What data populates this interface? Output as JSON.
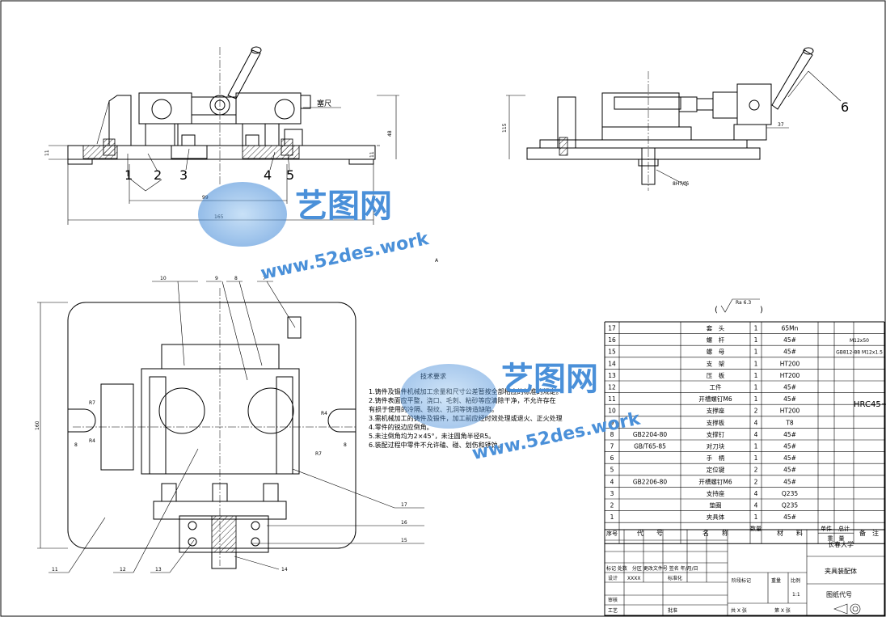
{
  "balloons": {
    "b1": "1",
    "b2": "2",
    "b3": "3",
    "b4": "4",
    "b5": "5",
    "b6": "6",
    "b7": "7",
    "b8": "8",
    "b9": "9",
    "b10": "10",
    "b11": "11",
    "b12": "12",
    "b13": "13",
    "b14": "14",
    "b15": "15",
    "b16": "16",
    "b17": "17"
  },
  "dims": {
    "d11a": "11",
    "d11b": "11",
    "d48": "48",
    "d99": "99",
    "d165": "165",
    "d115": "115",
    "d37": "37",
    "d8h7": "8H7/f6",
    "d160": "160",
    "r7a": "R7",
    "r4a": "R4",
    "d8a": "8",
    "r7b": "R7",
    "r4b": "R4",
    "d8b": "8"
  },
  "labels": {
    "view_a": "A",
    "side_label": "塞尺",
    "roughness": "Ra 6.3",
    "hrc": "HRC45~"
  },
  "tech": {
    "title": "技术要求",
    "lines": [
      "1.铸件及锻件机械加工余量和尺寸公差暂按全部相应的标准的规定。",
      "2.铸件表面应平整，浇口、毛刺、粘砂等应清除干净，不允许存在",
      "有损于使用的冷隔、裂纹、孔洞等铸造缺陷。",
      "3.需机械加工的铸件及锻件，加工前应经时效处理或退火、正火处理",
      "4.零件的锐边应倒角。",
      "5.未注倒角均为2×45°，未注圆角半径R5。",
      "6.装配过程中零件不允许磕、碰、划伤和锈蚀。"
    ]
  },
  "bom": {
    "rows": [
      {
        "no": "17",
        "code": "",
        "name": "套　头",
        "qty": "1",
        "mat": "65Mn",
        "note": ""
      },
      {
        "no": "16",
        "code": "",
        "name": "螺　杆",
        "qty": "1",
        "mat": "45#",
        "note": "M12x50"
      },
      {
        "no": "15",
        "code": "",
        "name": "螺　母",
        "qty": "1",
        "mat": "45#",
        "note": "GB812-88 M12x1.5"
      },
      {
        "no": "14",
        "code": "",
        "name": "支　架",
        "qty": "1",
        "mat": "HT200",
        "note": ""
      },
      {
        "no": "13",
        "code": "",
        "name": "压　板",
        "qty": "1",
        "mat": "HT200",
        "note": ""
      },
      {
        "no": "12",
        "code": "",
        "name": "工件",
        "qty": "1",
        "mat": "45#",
        "note": ""
      },
      {
        "no": "11",
        "code": "",
        "name": "开槽螺钉M6",
        "qty": "1",
        "mat": "45#",
        "note": ""
      },
      {
        "no": "10",
        "code": "",
        "name": "支撑座",
        "qty": "2",
        "mat": "HT200",
        "note": ""
      },
      {
        "no": "9",
        "code": "",
        "name": "支撑板",
        "qty": "4",
        "mat": "T8",
        "note": ""
      },
      {
        "no": "8",
        "code": "GB2204-80",
        "name": "支撑钉",
        "qty": "4",
        "mat": "45#",
        "note": ""
      },
      {
        "no": "7",
        "code": "GB/T65-85",
        "name": "对刀块",
        "qty": "1",
        "mat": "45#",
        "note": ""
      },
      {
        "no": "6",
        "code": "",
        "name": "手　柄",
        "qty": "1",
        "mat": "45#",
        "note": ""
      },
      {
        "no": "5",
        "code": "",
        "name": "定位键",
        "qty": "2",
        "mat": "45#",
        "note": ""
      },
      {
        "no": "4",
        "code": "GB2206-80",
        "name": "开槽螺钉M6",
        "qty": "2",
        "mat": "45#",
        "note": ""
      },
      {
        "no": "3",
        "code": "",
        "name": "支持座",
        "qty": "4",
        "mat": "Q235",
        "note": ""
      },
      {
        "no": "2",
        "code": "",
        "name": "垫圈",
        "qty": "4",
        "mat": "Q235",
        "note": ""
      },
      {
        "no": "1",
        "code": "",
        "name": "夹具体",
        "qty": "1",
        "mat": "45#",
        "note": ""
      }
    ],
    "header": {
      "no": "序号",
      "code": "代　　号",
      "name": "名　　称",
      "qty": "数量",
      "mat": "材　　料",
      "single": "单件",
      "total": "总计",
      "weight": "重　量",
      "note": "备　注"
    }
  },
  "title_block": {
    "school": "长春大学",
    "drawing_name": "夹具装配体",
    "drawing_code": "图纸代号",
    "rev_header": "标记 处数　分区 更改文件号 签名 年/月/日",
    "design": "设计",
    "design_name": "XXXX",
    "standard": "标准化",
    "stage": "阶段标记",
    "weight": "重量",
    "scale_label": "比例",
    "scale": "1:1",
    "check": "审核",
    "process": "工艺",
    "approve": "批准",
    "sheets": "共 X 张",
    "sheet": "第 X 张"
  },
  "watermark": {
    "brand": "艺图网",
    "url": "www.52des.work",
    "color": "#4a90d9"
  }
}
